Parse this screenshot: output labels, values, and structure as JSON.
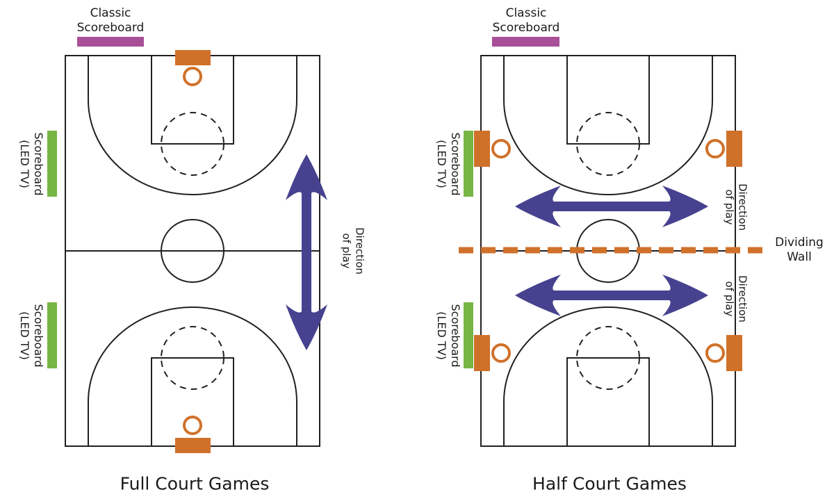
{
  "colors": {
    "line": "#231f20",
    "text": "#1a1a1a",
    "magenta": "#a84f98",
    "green": "#77b644",
    "orange": "#d0712a",
    "blue": "#46428f"
  },
  "labels": {
    "classic_scoreboard": "Classic\nScoreboard",
    "led_scoreboard": "Scoreboard\n(LED TV)",
    "direction_of_play": "Direction\nof play",
    "dividing_wall": "Dividing\nWall",
    "full_court_title": "Full Court Games",
    "half_court_title": "Half Court Games"
  }
}
